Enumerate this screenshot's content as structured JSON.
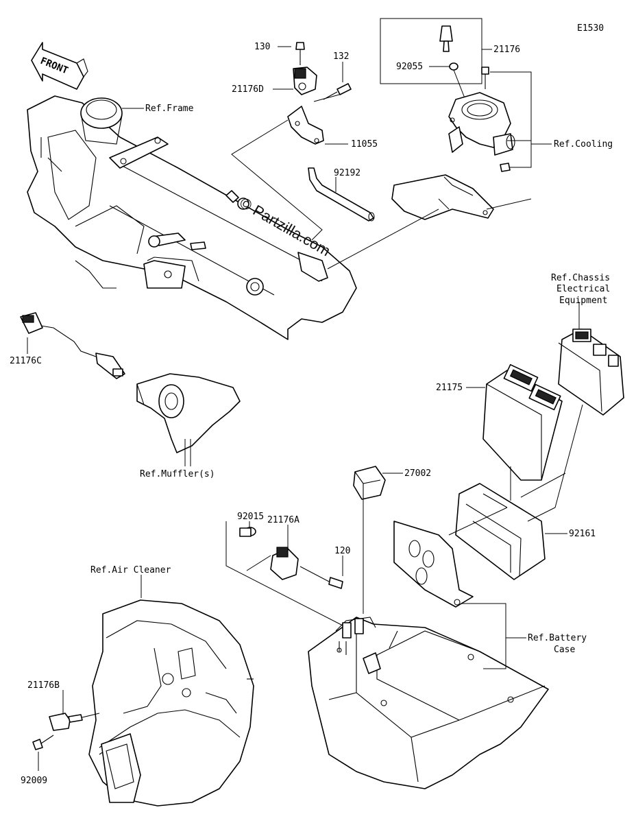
{
  "diagram_code": "E1530",
  "front_label": "FRONT",
  "watermark": "© Partzilla.com",
  "parts": {
    "p130": "130",
    "p132": "132",
    "p21176D": "21176D",
    "p11055": "11055",
    "p92192": "92192",
    "p21176": "21176",
    "p92055": "92055",
    "p21176C": "21176C",
    "p21175": "21175",
    "p27002": "27002",
    "p92015": "92015",
    "p21176A": "21176A",
    "p120": "120",
    "p92161": "92161",
    "p21176B": "21176B",
    "p92009": "92009"
  },
  "refs": {
    "frame": "Ref.Frame",
    "cooling": "Ref.Cooling",
    "chassis_1": "Ref.Chassis",
    "chassis_2": "Electrical",
    "chassis_3": "Equipment",
    "mufflers": "Ref.Muffler(s)",
    "air_cleaner": "Ref.Air Cleaner",
    "battery_1": "Ref.Battery",
    "battery_2": "Case"
  }
}
